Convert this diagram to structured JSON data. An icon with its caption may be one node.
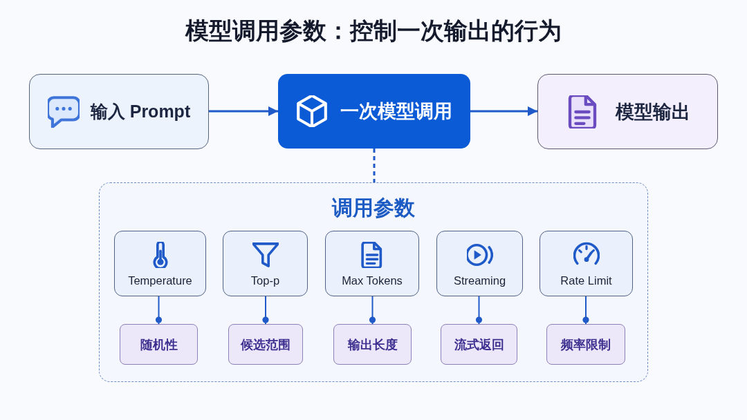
{
  "diagram": {
    "title": "模型调用参数：控制一次输出的行为",
    "nodes": [
      {
        "text": [
          "输入 Prompt"
        ]
      },
      {
        "text": [
          "一次模型调用"
        ]
      },
      {
        "text": [
          "模型输出"
        ]
      },
      {
        "text": [
          "调用参数"
        ]
      },
      {
        "text": [
          "Temperature"
        ],
        "in": 3
      },
      {
        "text": [
          "Top-p"
        ],
        "in": 3
      },
      {
        "text": [
          "Max Tokens"
        ],
        "in": 3
      },
      {
        "text": [
          "Streaming"
        ],
        "in": 3
      },
      {
        "text": [
          "Rate Limit"
        ],
        "in": 3
      },
      {
        "text": [
          "随机性"
        ],
        "in": 3
      },
      {
        "text": [
          "候选范围"
        ],
        "in": 3
      },
      {
        "text": [
          "输出长度"
        ],
        "in": 3
      },
      {
        "text": [
          "流式返回"
        ],
        "in": 3
      },
      {
        "text": [
          "频率限制"
        ],
        "in": 3
      }
    ],
    "edges": [
      {
        "from": 0,
        "to": 1,
        "arrow": "to"
      },
      {
        "from": 1,
        "to": 2,
        "arrow": "to"
      },
      {
        "from": 1,
        "to": 3,
        "arrow": "none",
        "style": "dashed"
      },
      {
        "from": 4,
        "to": 9,
        "arrow": "other"
      },
      {
        "from": 5,
        "to": 10,
        "arrow": "other"
      },
      {
        "from": 6,
        "to": 11,
        "arrow": "other"
      },
      {
        "from": 7,
        "to": 12,
        "arrow": "other"
      },
      {
        "from": 8,
        "to": 13,
        "arrow": "other"
      }
    ]
  }
}
